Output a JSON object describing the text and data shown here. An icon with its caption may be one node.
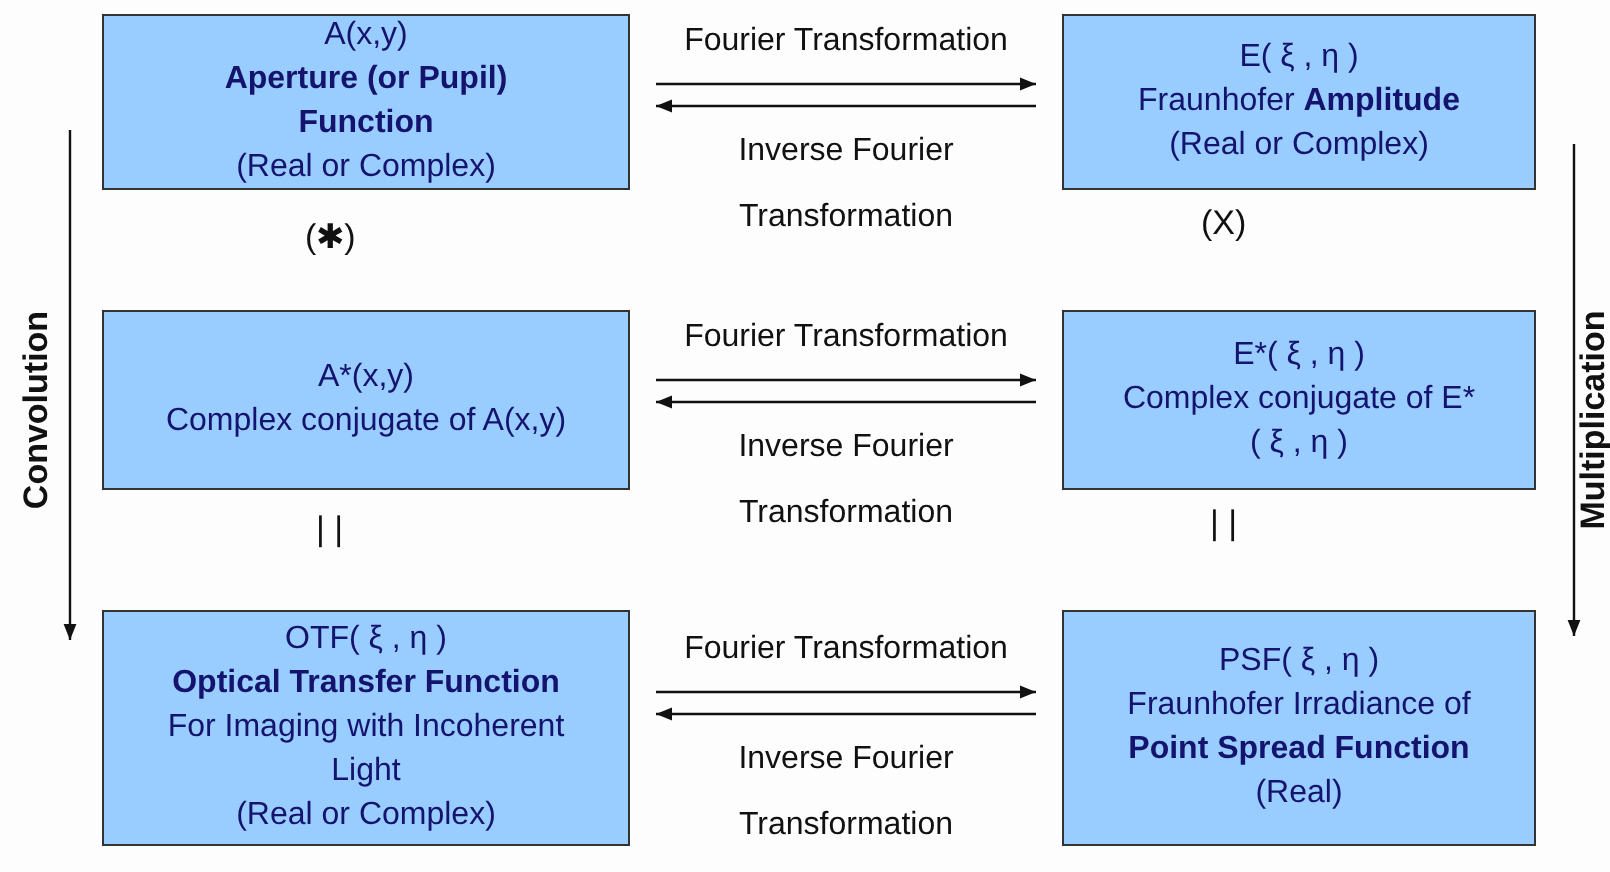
{
  "diagram": {
    "nodes": [
      {
        "text": [
          "A(x,y)",
          "**Aperture (or Pupil) Function**",
          "(Real or Complex)"
        ]
      },
      {
        "text": [
          "E( ξ , η )",
          "Fraunhofer **Amplitude**",
          "(Real or Complex)"
        ]
      },
      {
        "text": [
          "A*(x,y)",
          "Complex conjugate of A(x,y)"
        ]
      },
      {
        "text": [
          "E*( ξ , η )",
          "Complex conjugate of E*( ξ , η )"
        ]
      },
      {
        "text": [
          "OTF( ξ , η )",
          "**Optical Transfer Function**",
          "For Imaging with Incoherent Light",
          "(Real or Complex)"
        ]
      },
      {
        "text": [
          "PSF( ξ , η )",
          "Fraunhofer Irradiance of",
          "**Point Spread Function**",
          "(Real)"
        ]
      }
    ],
    "edges": [
      {
        "from": 0,
        "to": 1,
        "arrow": "to",
        "label": "Fourier Transformation"
      },
      {
        "from": 1,
        "to": 0,
        "arrow": "to",
        "label": "Inverse Fourier Transformation"
      },
      {
        "from": 2,
        "to": 3,
        "arrow": "to",
        "label": "Fourier Transformation"
      },
      {
        "from": 3,
        "to": 2,
        "arrow": "to",
        "label": "Inverse Fourier Transformation"
      },
      {
        "from": 4,
        "to": 5,
        "arrow": "to",
        "label": "Fourier Transformation"
      },
      {
        "from": 5,
        "to": 4,
        "arrow": "to",
        "label": "Inverse Fourier Transformation"
      }
    ],
    "labels": [
      "(✱)",
      "(X)",
      "Convolution",
      "| |",
      "| |",
      "Multiplication"
    ]
  }
}
